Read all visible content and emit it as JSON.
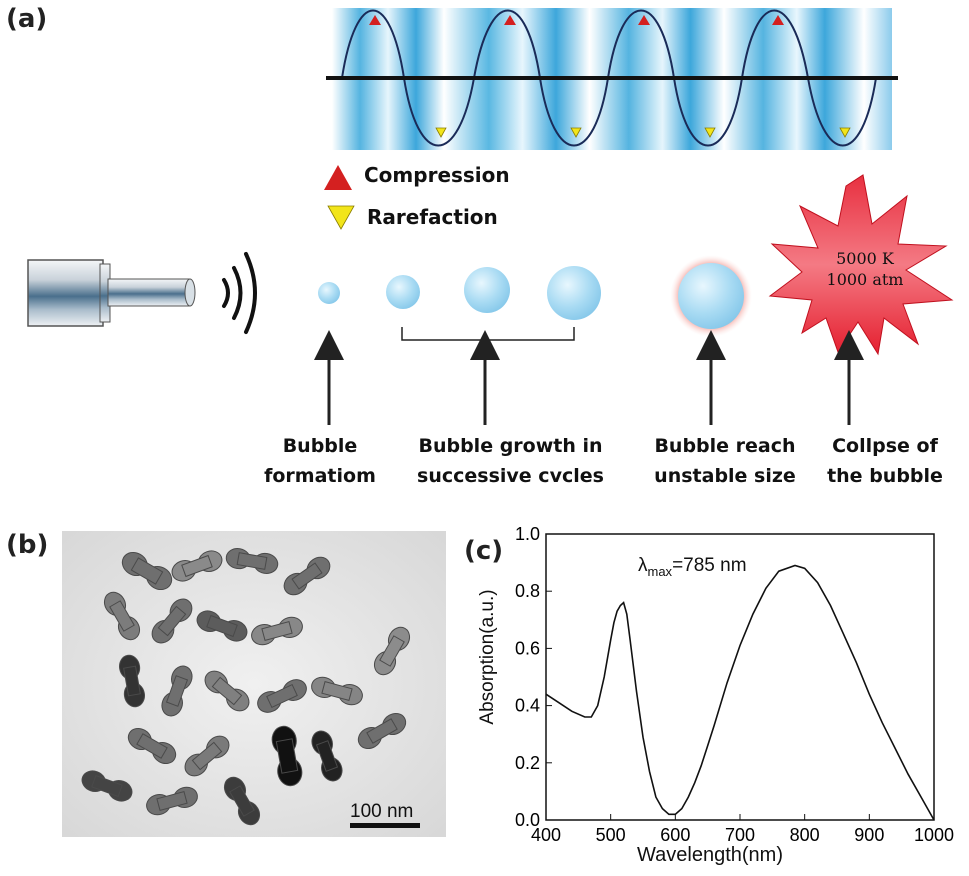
{
  "panels": {
    "a": "(a)",
    "b": "(b)",
    "c": "(c)"
  },
  "legend": {
    "compression": "Compression",
    "rarefaction": "Rarefaction"
  },
  "star": {
    "temperature": "5000 K",
    "pressure": "1000 atm"
  },
  "captions": {
    "formation": [
      "Bubble",
      "formatiom"
    ],
    "growth": [
      "Bubble growth in",
      "successive cvcles"
    ],
    "unstable": [
      "Bubble reach",
      "unstable size"
    ],
    "collapse": [
      "Collpse of",
      "the bubble"
    ]
  },
  "micrograph": {
    "scale_bar_label": "100 nm"
  },
  "colors": {
    "compression_marker": "#d42020",
    "rarefaction_marker": "#f2e51a",
    "bubble": "#a9dbf3",
    "star": "#e52030"
  },
  "chart_data": {
    "type": "line",
    "xlabel": "Wavelength(nm)",
    "ylabel": "Absorption(a.u.)",
    "xlim": [
      400,
      1000
    ],
    "ylim": [
      0.0,
      1.0
    ],
    "xticks": [
      400,
      500,
      600,
      700,
      800,
      900,
      1000
    ],
    "yticks": [
      "0.0",
      "0.2",
      "0.4",
      "0.6",
      "0.8",
      "1.0"
    ],
    "annotation": {
      "symbol": "λ",
      "subscript": "max",
      "value": "=785 nm"
    },
    "series": [
      {
        "x": [
          400,
          420,
          440,
          460,
          470,
          480,
          490,
          500,
          505,
          510,
          515,
          520,
          525,
          530,
          540,
          550,
          560,
          570,
          580,
          590,
          600,
          610,
          620,
          630,
          640,
          650,
          660,
          680,
          700,
          720,
          740,
          760,
          785,
          800,
          820,
          840,
          860,
          880,
          900,
          920,
          940,
          960,
          980,
          1000
        ],
        "y": [
          0.44,
          0.41,
          0.38,
          0.36,
          0.36,
          0.4,
          0.5,
          0.63,
          0.69,
          0.73,
          0.75,
          0.76,
          0.72,
          0.63,
          0.45,
          0.29,
          0.17,
          0.08,
          0.04,
          0.02,
          0.02,
          0.04,
          0.08,
          0.13,
          0.19,
          0.26,
          0.33,
          0.48,
          0.61,
          0.72,
          0.81,
          0.87,
          0.89,
          0.88,
          0.83,
          0.75,
          0.65,
          0.55,
          0.44,
          0.34,
          0.25,
          0.16,
          0.08,
          0.0
        ]
      }
    ]
  }
}
